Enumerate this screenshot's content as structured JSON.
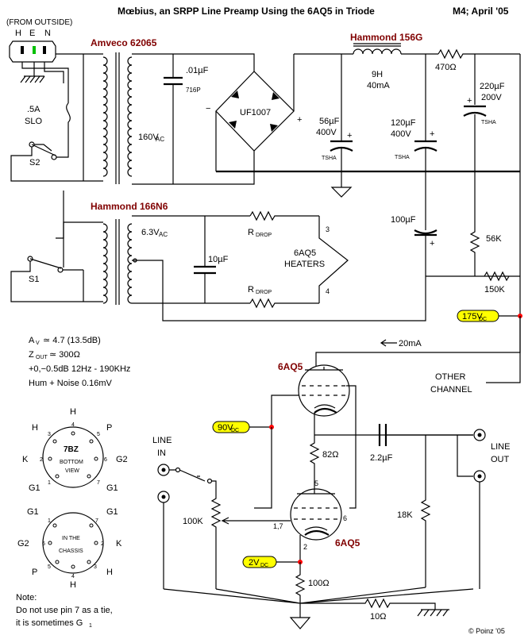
{
  "header": {
    "title": "Mœbius, an SRPP Line Preamp Using the 6AQ5 in Triode",
    "date": "M4; April '05"
  },
  "inlet": {
    "caption": "(FROM OUTSIDE)",
    "pins": [
      "H",
      "E",
      "N"
    ]
  },
  "fuse": {
    "rating": ".5A",
    "type": "SLO"
  },
  "switches": {
    "s2": "S2",
    "s1": "S1"
  },
  "transformers": {
    "power": "Amveco 62065",
    "power_secondary": "160V",
    "power_secondary_sub": "AC",
    "filament": "Hammond 166N6",
    "filament_secondary": "6.3V",
    "filament_secondary_sub": "AC"
  },
  "power_supply": {
    "cap_film": ".01µF",
    "cap_film_type": "716P",
    "rectifier": "UF1007",
    "minus": "−",
    "plus": "+",
    "choke_name": "Hammond 156G",
    "choke_value": "9H",
    "choke_current": "40mA",
    "r_series": "470Ω",
    "c1": "56µF",
    "c1_v": "400V",
    "c1_type": "TSHA",
    "c2": "120µF",
    "c2_v": "400V",
    "c2_type": "TSHA",
    "c3": "220µF",
    "c3_v": "200V",
    "c3_type": "TSHA"
  },
  "heater": {
    "cap": "10µF",
    "rdrop": "R",
    "rdrop_sub": "DROP",
    "label_line1": "6AQ5",
    "label_line2": "HEATERS",
    "pin_top": "3",
    "pin_bottom": "4",
    "c_bias": "100µF",
    "r_upper": "56K",
    "r_lower": "150K"
  },
  "specs": {
    "gain": "A",
    "gain_sub": "V",
    "gain_value": "≃ 4.7  (13.5dB)",
    "zout": "Z",
    "zout_sub": "OUT",
    "zout_value": "≃ 300Ω",
    "freq": "+0,−0.5dB  12Hz - 190KHz",
    "noise": "Hum + Noise  0.16mV"
  },
  "voltages": {
    "b_plus": "175V",
    "b_plus_sub": "DC",
    "mid": "90V",
    "mid_sub": "DC",
    "cathode": "2V",
    "cathode_sub": "DC",
    "current": "20mA"
  },
  "audio": {
    "tube_top": "6AQ5",
    "tube_bottom": "6AQ5",
    "other_channel_1": "OTHER",
    "other_channel_2": "CHANNEL",
    "line_in_1": "LINE",
    "line_in_2": "IN",
    "line_out_1": "LINE",
    "line_out_2": "OUT",
    "r_mid": "82Ω",
    "c_out": "2.2µF",
    "pot": "100K",
    "r_load": "18K",
    "r_cathode": "100Ω",
    "r_ground": "10Ω",
    "pin_5": "5",
    "pin_17": "1,7",
    "pin_6": "6",
    "pin_2": "2"
  },
  "pinout_bottom": {
    "line1": "7BZ",
    "line2": "BOTTOM",
    "line3": "VIEW",
    "labels": [
      "H",
      "P",
      "G2",
      "G1",
      "G1",
      "K",
      "H"
    ],
    "numbers": [
      "4",
      "5",
      "6",
      "7",
      "1",
      "2",
      "3"
    ]
  },
  "pinout_chassis": {
    "line1": "IN THE",
    "line2": "CHASSIS",
    "labels": [
      "G1",
      "G1",
      "K",
      "H",
      "P",
      "G2"
    ],
    "numbers": [
      "1",
      "7",
      "2",
      "3",
      "4",
      "5",
      "6"
    ]
  },
  "note": {
    "line1": "Note:",
    "line2": "Do not use pin 7 as a tie,",
    "line3": "it is sometimes G",
    "line3_sub": "1"
  },
  "copyright": "© Poinz '05",
  "colors": {
    "accent_red": "#800000",
    "voltage_tag": "#ffff00",
    "node_dot": "#ff0000"
  }
}
